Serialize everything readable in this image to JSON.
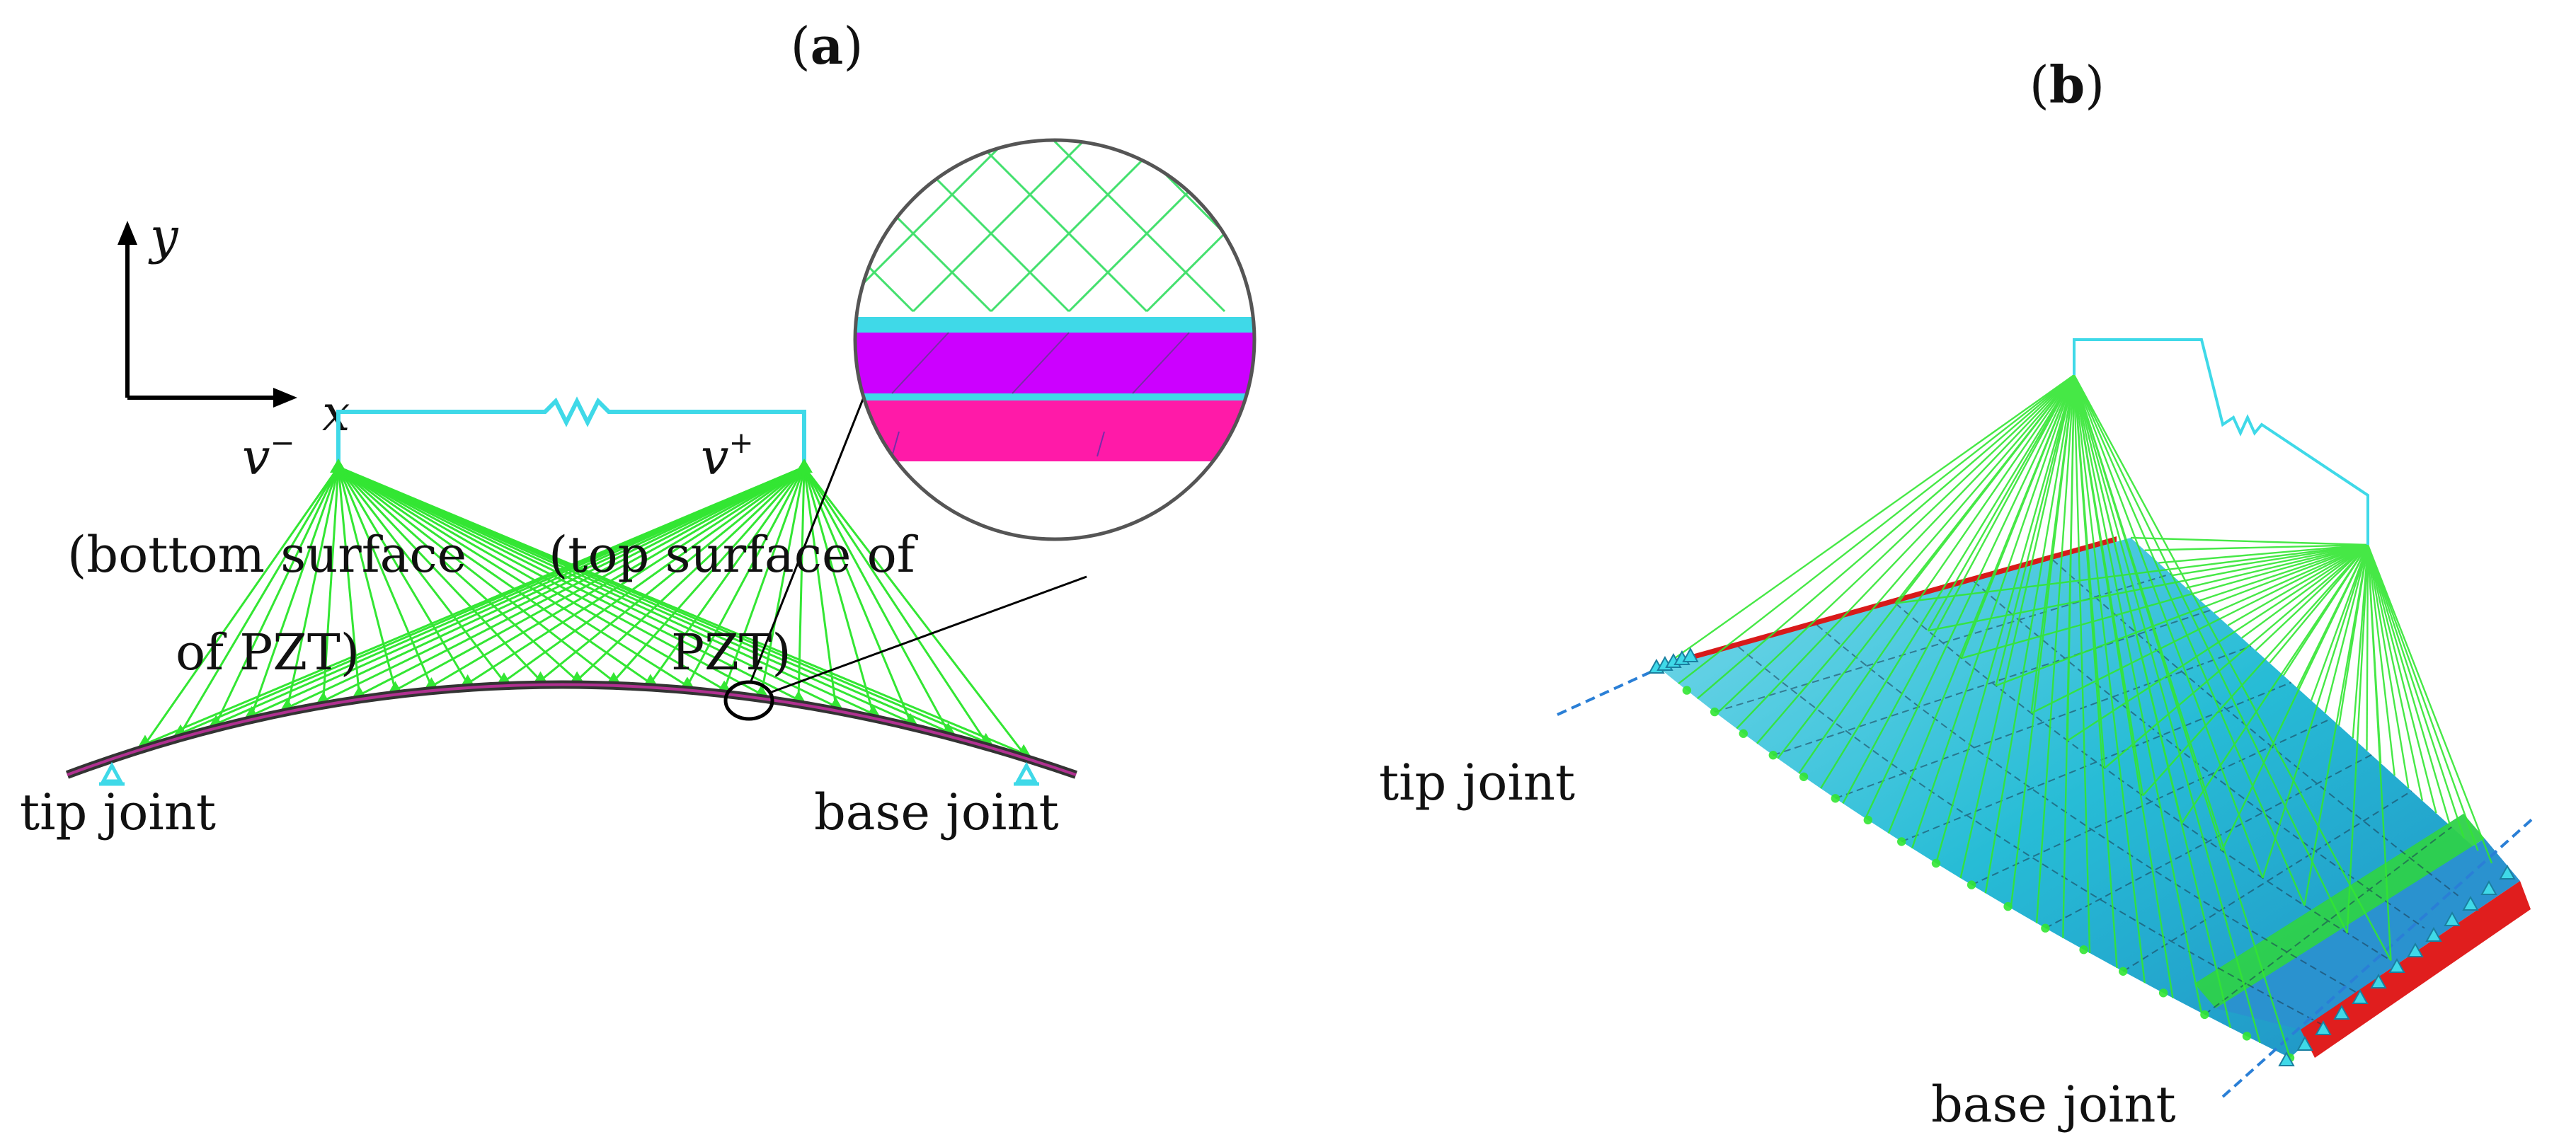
{
  "panel_a": {
    "label_open": "(",
    "label_letter": "a",
    "label_close": ")",
    "axis_y": "y",
    "axis_x": "x",
    "v_minus": "v",
    "v_minus_sup": "−",
    "v_plus": "v",
    "v_plus_sup": "+",
    "bottom_line1": "(bottom surface",
    "bottom_line2": "of PZT)",
    "top_line1": "(top surface of",
    "top_line2": "PZT)",
    "tip": "tip joint",
    "base": "base joint"
  },
  "panel_b": {
    "label_open": "(",
    "label_letter": "b",
    "label_close": ")",
    "tip": "tip joint",
    "base": "base joint"
  },
  "colors": {
    "wire": "#3fd9e8",
    "green": "#33e633",
    "magenta": "#cc00ff",
    "pink": "#ff1aa8",
    "cyan_surface": "#23b5d6",
    "red_layer": "#d81a1a"
  }
}
